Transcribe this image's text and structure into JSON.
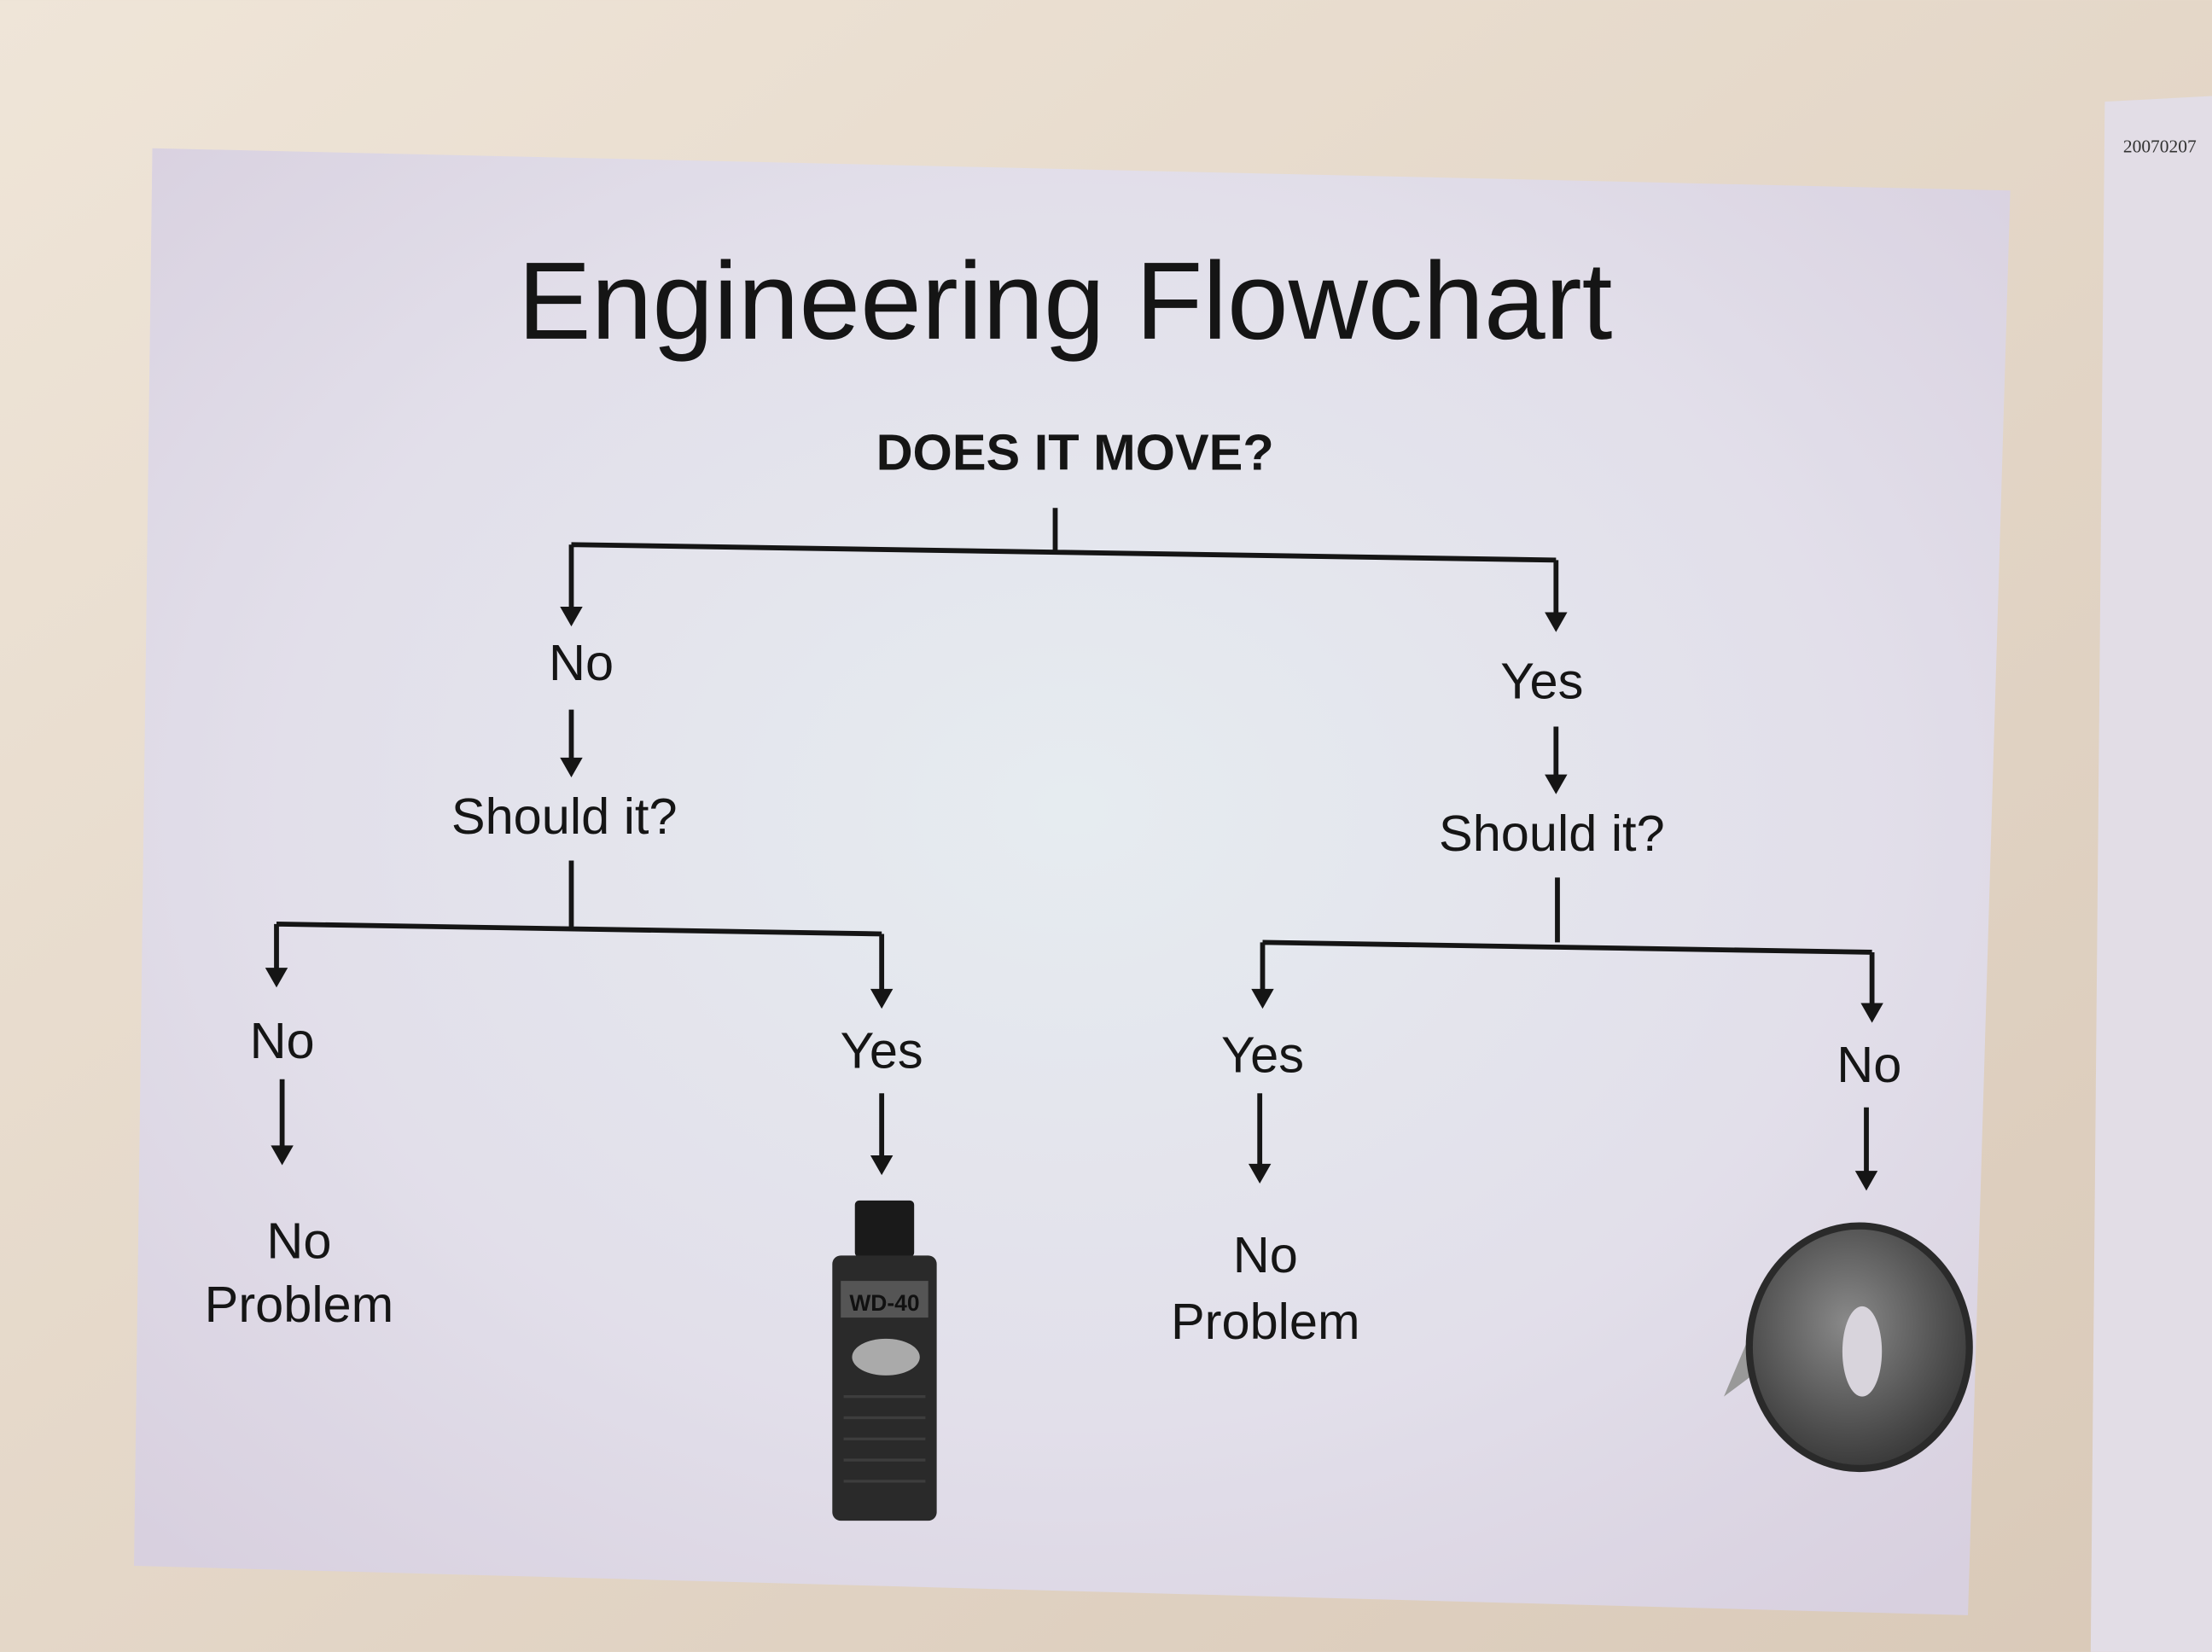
{
  "poster": {
    "title": "Engineering Flowchart",
    "question": "DOES IT MOVE?",
    "left_branch": {
      "answer": "No",
      "followup": "Should it?",
      "left": {
        "answer": "No",
        "result_line1": "No",
        "result_line2": "Problem"
      },
      "right": {
        "answer": "Yes",
        "result_image": "wd40-can",
        "can_label": "WD-40"
      }
    },
    "right_branch": {
      "answer": "Yes",
      "followup": "Should it?",
      "left": {
        "answer": "Yes",
        "result_line1": "No",
        "result_line2": "Problem"
      },
      "right": {
        "answer": "No",
        "result_image": "duct-tape-roll"
      }
    }
  },
  "side_paper": {
    "stamp": "20070207"
  },
  "colors": {
    "wall": "#e9ddd0",
    "paper": "#e4e2ec",
    "ink": "#151515"
  }
}
